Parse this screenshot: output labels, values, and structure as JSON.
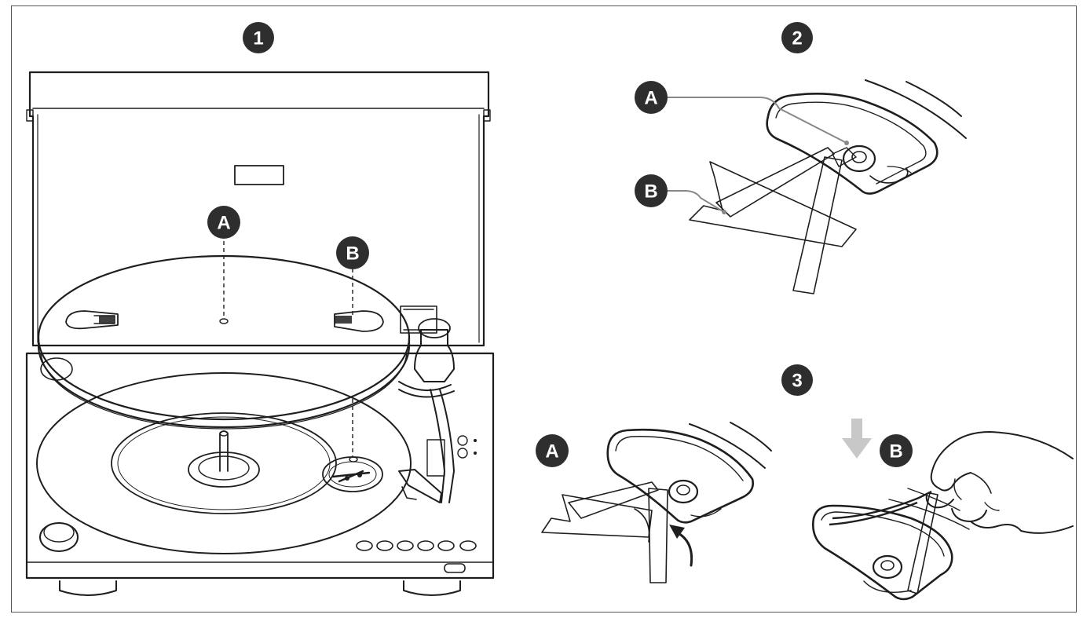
{
  "steps": [
    {
      "number": "1"
    },
    {
      "number": "2"
    },
    {
      "number": "3"
    }
  ],
  "callouts": {
    "step1_a": "A",
    "step1_b": "B",
    "step2_a": "A",
    "step2_b": "B",
    "step3_a": "A",
    "step3_b": "B"
  },
  "colors": {
    "badge": "#2e2e2e",
    "line": "#1e1e1e",
    "belt": "#e6e6e6",
    "arrow": "#c8c8c8"
  }
}
